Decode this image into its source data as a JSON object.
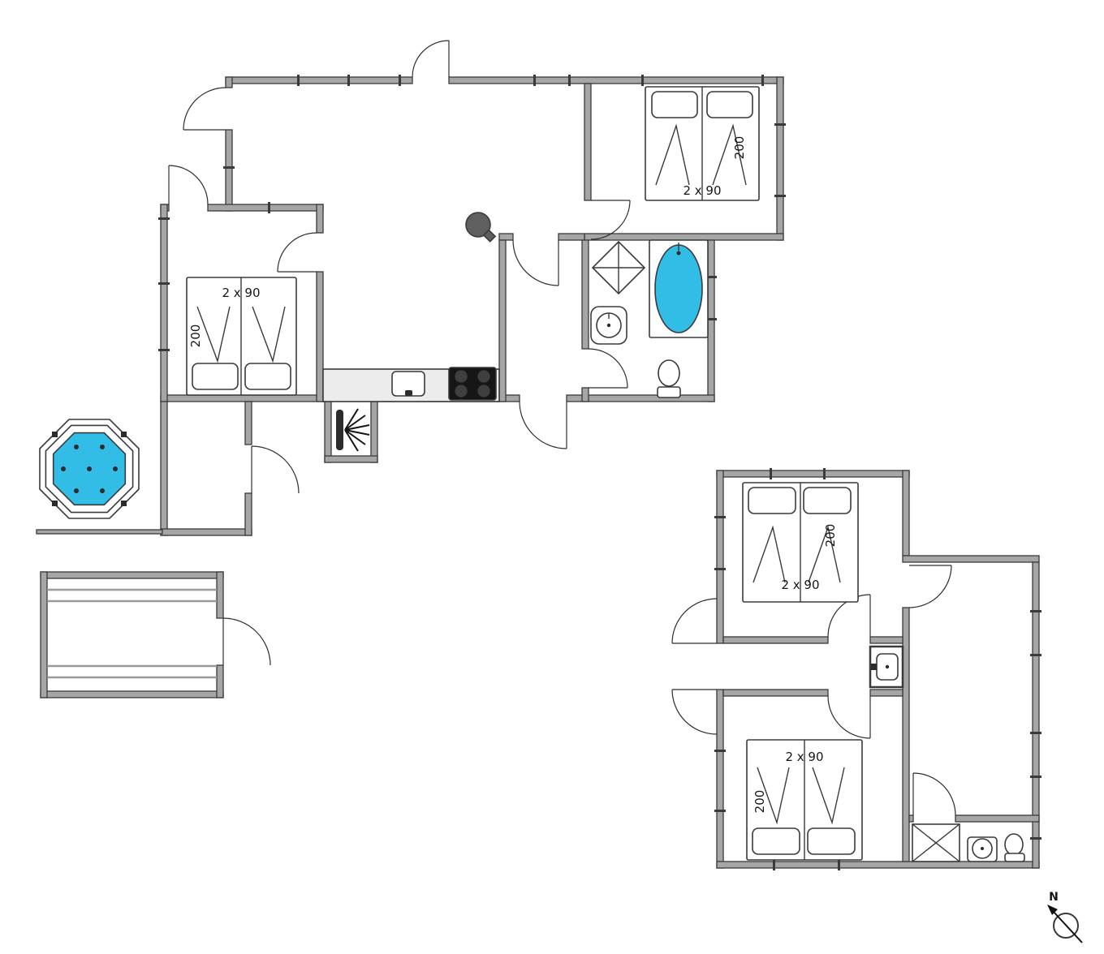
{
  "colors": {
    "background": "#ffffff",
    "wall_fill": "#a6a6a6",
    "wall_outline": "#3a3a3a",
    "water": "#32bde6",
    "counter": "#ececec",
    "stove": "#161616",
    "burner": "#3f3f3f",
    "lamp": "#5f5f5f",
    "label_text": "#161616"
  },
  "labels": {
    "main_bedroom_right": {
      "bed_width": "2 x 90",
      "bed_length": "200"
    },
    "main_bedroom_left": {
      "bed_width": "2 x 90",
      "bed_length": "200"
    },
    "annex_bedroom_top": {
      "bed_width": "2 x 90",
      "bed_length": "200"
    },
    "annex_bedroom_bottom": {
      "bed_width": "2 x 90",
      "bed_length": "200"
    },
    "compass_north": "N"
  },
  "icons": [
    "double-bed",
    "pillow",
    "duvet-fold",
    "bathtub",
    "corner-shower",
    "washbasin",
    "toilet",
    "kitchen-sink",
    "cooktop",
    "wood-stove",
    "ceiling-lamp",
    "hot-tub",
    "shed",
    "door-swing",
    "window-mark",
    "compass-rose"
  ]
}
